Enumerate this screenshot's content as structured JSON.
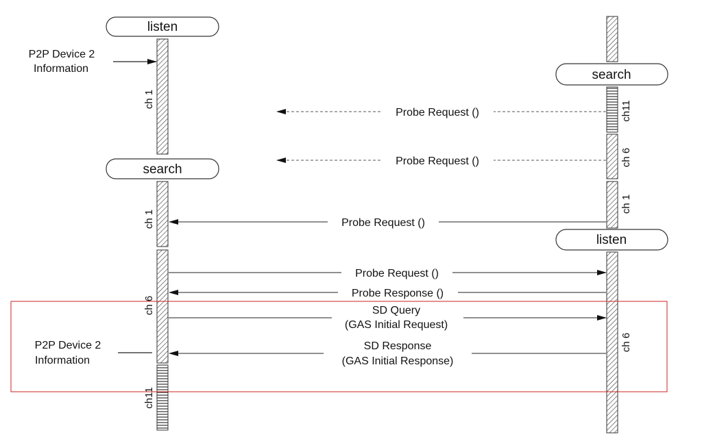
{
  "states": {
    "left_listen": "listen",
    "left_search": "search",
    "right_search": "search",
    "right_listen": "listen"
  },
  "channels": {
    "left_ch1_top": "ch 1",
    "left_ch1_mid": "ch 1",
    "left_ch6": "ch 6",
    "left_ch11": "ch11",
    "right_ch11": "ch11",
    "right_ch6_top": "ch 6",
    "right_ch1": "ch 1",
    "right_ch6_bottom": "ch 6"
  },
  "annotations": {
    "device_info_top_line1": "P2P Device 2",
    "device_info_top_line2": "Information",
    "device_info_bottom_line1": "P2P Device 2",
    "device_info_bottom_line2": "Information"
  },
  "messages": {
    "probe_req_1": "Probe Request ()",
    "probe_req_2": "Probe Request ()",
    "probe_req_3": "Probe Request ()",
    "probe_req_4": "Probe Request ()",
    "probe_resp": "Probe Response ()",
    "sd_query_line1": "SD Query",
    "sd_query_line2": "(GAS Initial Request)",
    "sd_response_line1": "SD Response",
    "sd_response_line2": "(GAS Initial Response)"
  },
  "colors": {
    "highlight_box": "#cc2222",
    "line": "#222222",
    "dashed_line": "#555555"
  }
}
